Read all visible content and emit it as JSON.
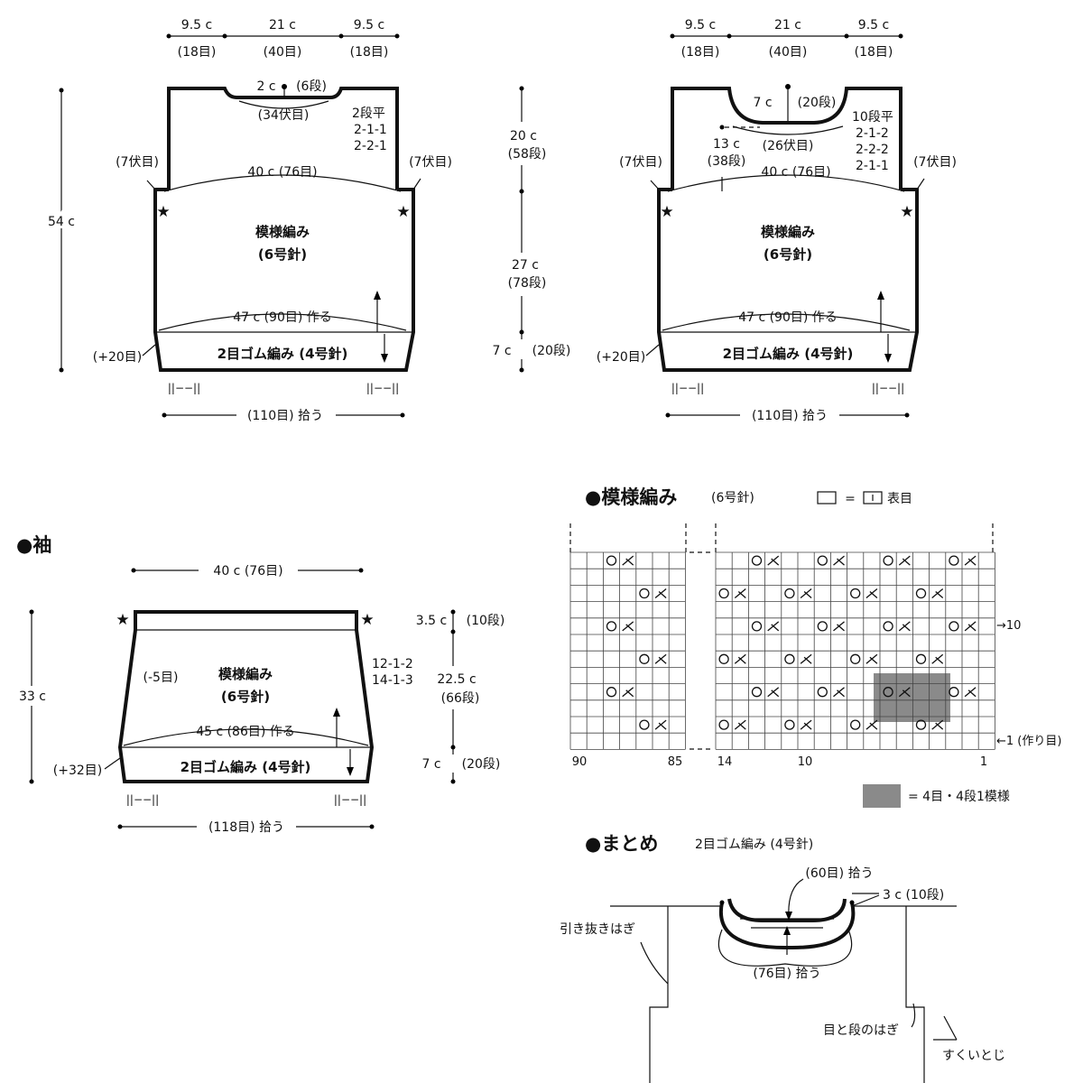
{
  "front": {
    "top_dims": [
      "9.5 c",
      "21 c",
      "9.5 c"
    ],
    "top_sts": [
      "(18目)",
      "(40目)",
      "(18目)"
    ],
    "neck_depth": "2 c",
    "neck_rows": "(6段)",
    "neck_bind": "(34伏目)",
    "neck_dec": [
      "2段平",
      "2-1-1",
      "2-2-1"
    ],
    "armhole_left": "(7伏目)",
    "armhole_right": "(7伏目)",
    "chest": "40 c (76目)",
    "pattern_label": "模様編み",
    "pattern_needle": "(6号針)",
    "cast_on": "47 c (90目) 作る",
    "rib_inc": "(+20目)",
    "rib_label": "2目ゴム編み (4号針)",
    "rib_marks_left": "||−−||",
    "rib_marks_right": "||−−||",
    "pickup": "(110目) 拾う",
    "height": "54 c"
  },
  "middle_dims": {
    "d1": "20 c",
    "r1": "(58段)",
    "d2": "27 c",
    "r2": "(78段)",
    "d3": "7 c",
    "r3": "(20段)"
  },
  "back": {
    "top_dims": [
      "9.5 c",
      "21 c",
      "9.5 c"
    ],
    "top_sts": [
      "(18目)",
      "(40目)",
      "(18目)"
    ],
    "neck_depth": "7 c",
    "neck_rows": "(20段)",
    "neck_bind": "(26伏目)",
    "neck_dec": [
      "10段平",
      "2-1-2",
      "2-2-2",
      "2-1-1"
    ],
    "mid_depth": "13 c",
    "mid_rows": "(38段)",
    "armhole_left": "(7伏目)",
    "armhole_right": "(7伏目)",
    "chest": "40 c (76目)",
    "pattern_label": "模様編み",
    "pattern_needle": "(6号針)",
    "cast_on": "47 c (90目) 作る",
    "rib_inc": "(+20目)",
    "rib_label": "2目ゴム編み (4号針)",
    "rib_marks_left": "||−−||",
    "rib_marks_right": "||−−||",
    "pickup": "(110目) 拾う"
  },
  "sleeve": {
    "title": "●袖",
    "top_width": "40 c (76目)",
    "dec": "(-5目)",
    "pattern_label": "模様編み",
    "pattern_needle": "(6号針)",
    "side_inc": [
      "12-1-2",
      "14-1-3"
    ],
    "cast_on": "45 c (86目) 作る",
    "rib_inc": "(+32目)",
    "rib_label": "2目ゴム編み (4号針)",
    "rib_marks_left": "||−−||",
    "rib_marks_right": "||−−||",
    "pickup": "(118目) 拾う",
    "height": "33 c",
    "d1": "3.5 c",
    "r1": "(10段)",
    "d2": "22.5 c",
    "r2": "(66段)",
    "d3": "7 c",
    "r3": "(20段)"
  },
  "chart": {
    "title": "●模様編み",
    "needle": "(6号針)",
    "legend_eq": "=",
    "legend_text": "表目",
    "row_label_10": "→10",
    "row_label_1": "←1 (作り目)",
    "col_labels": [
      "90",
      "85",
      "14",
      "10",
      "1"
    ],
    "repeat_label": "= 4目・4段1模様",
    "repeat_color": "#8a8a8a"
  },
  "finish": {
    "title": "●まとめ",
    "subtitle": "2目ゴム編み (4号針)",
    "pickup_top": "(60目) 拾う",
    "rib_height": "3 c (10段)",
    "shoulder": "引き抜きはぎ",
    "pickup_bottom": "(76目) 拾う",
    "side_seam": "目と段のはぎ",
    "sleeve_seam": "すくいとじ"
  }
}
